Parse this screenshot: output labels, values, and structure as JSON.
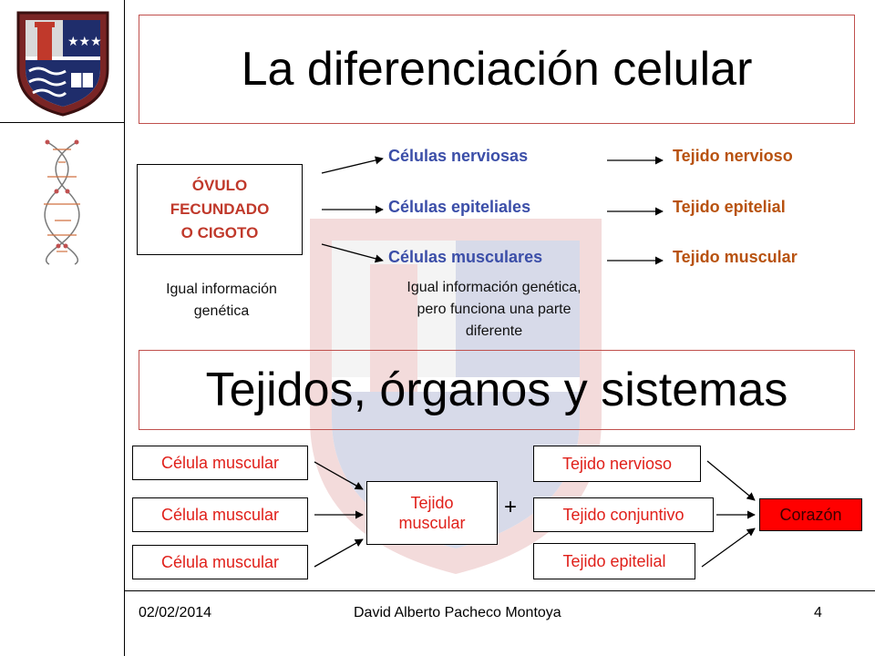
{
  "titles": {
    "main": "La diferenciación celular",
    "second": "Tejidos, órganos y sistemas"
  },
  "zygote": {
    "line1": "ÓVULO",
    "line2": "FECUNDADO",
    "line3": "O CIGOTO"
  },
  "cells": [
    "Células nerviosas",
    "Células epiteliales",
    "Células musculares"
  ],
  "tissues": [
    "Tejido nervioso",
    "Tejido epitelial",
    "Tejido muscular"
  ],
  "notes": {
    "left_line1": "Igual información",
    "left_line2": "genética",
    "right_line1": "Igual información genética,",
    "right_line2": "pero funciona una parte",
    "right_line3": "diferente"
  },
  "organ_diagram": {
    "muscle_cells": [
      "Célula muscular",
      "Célula muscular",
      "Célula muscular"
    ],
    "muscle_tissue_line1": "Tejido",
    "muscle_tissue_line2": "muscular",
    "plus": "+",
    "other_tissues": [
      "Tejido nervioso",
      "Tejido conjuntivo",
      "Tejido epitelial"
    ],
    "organ": "Corazón"
  },
  "footer": {
    "date": "02/02/2014",
    "author": "David Alberto Pacheco Montoya",
    "page": "4"
  },
  "colors": {
    "title_border": "#c0504d",
    "cell_text": "#3b4ea8",
    "tissue_text": "#b8520f",
    "diagram_text": "#e0201a",
    "organ_fill": "#ff0000"
  },
  "icons": [
    "crest-logo-icon",
    "dna-helix-icon",
    "crest-watermark-icon"
  ]
}
